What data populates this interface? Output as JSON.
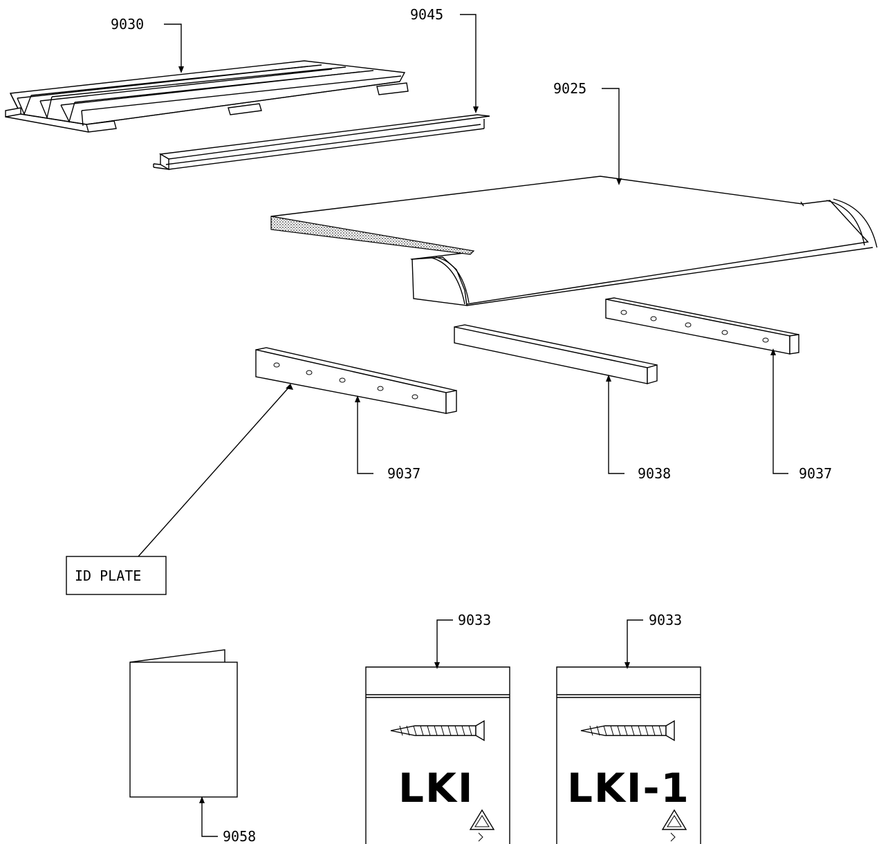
{
  "drawing": {
    "labels": {
      "tray_assembly": "9030",
      "rail": "9045",
      "shelf_panel": "9025",
      "bracket_left": "9037",
      "filler_strip": "9038",
      "bracket_right": "9037",
      "id_plate": "ID PLATE",
      "manual": "9058",
      "hardware_bag_left": "9033",
      "hardware_bag_right": "9033"
    },
    "bags": {
      "left_text": "LKI",
      "right_text": "LKI-1"
    }
  }
}
